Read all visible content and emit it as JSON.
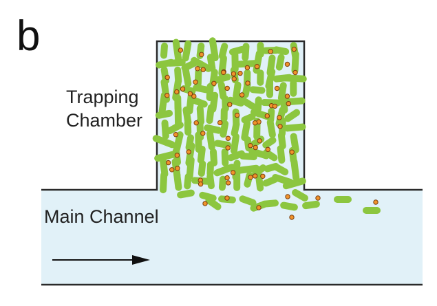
{
  "figure": {
    "panel_letter": "b",
    "trapping_label_line1": "Trapping",
    "trapping_label_line2": "Chamber",
    "channel_label": "Main Channel",
    "flow_direction": "right"
  },
  "colors": {
    "fluid_fill": "#e1f1f8",
    "wall_stroke": "#2a2a2a",
    "bacteria_fill": "#8cc63f",
    "particle_fill": "#f0932b",
    "particle_stroke": "#7a3e10",
    "arrow": "#111111"
  },
  "icons": {
    "bacterium": "green-rod-cell",
    "particle": "orange-dot",
    "flow": "right-arrow"
  }
}
